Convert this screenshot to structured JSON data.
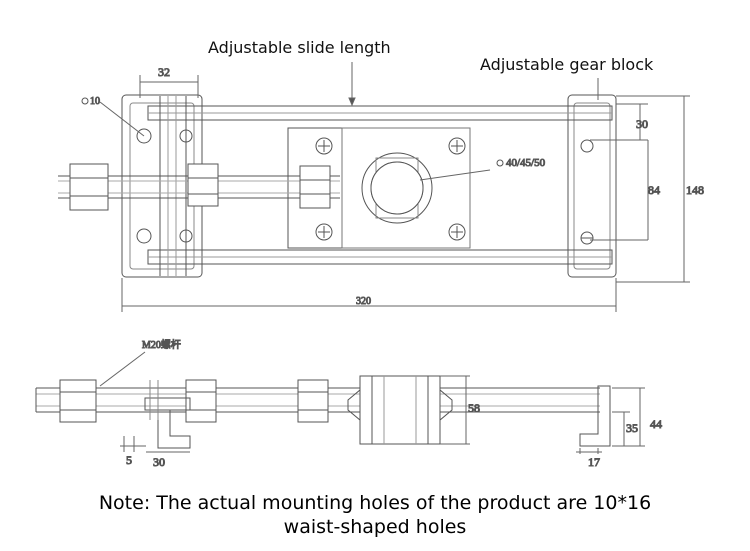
{
  "callouts": {
    "slide_length": "Adjustable slide length",
    "gear_block": "Adjustable gear block"
  },
  "dimensions": {
    "top_width_32": "32",
    "hole_dia_10": "10",
    "bore_dia": "40/45/50",
    "height_30": "30",
    "height_84": "84",
    "height_148": "148",
    "overall_length_320": "320",
    "screw_label": "M20螺杆",
    "height_58": "58",
    "offset_5": "5",
    "width_30": "30",
    "width_17": "17",
    "height_35": "35",
    "height_44": "44"
  },
  "note": {
    "line1": "Note: The actual mounting holes of the product are 10*16",
    "line2": "waist-shaped holes"
  }
}
